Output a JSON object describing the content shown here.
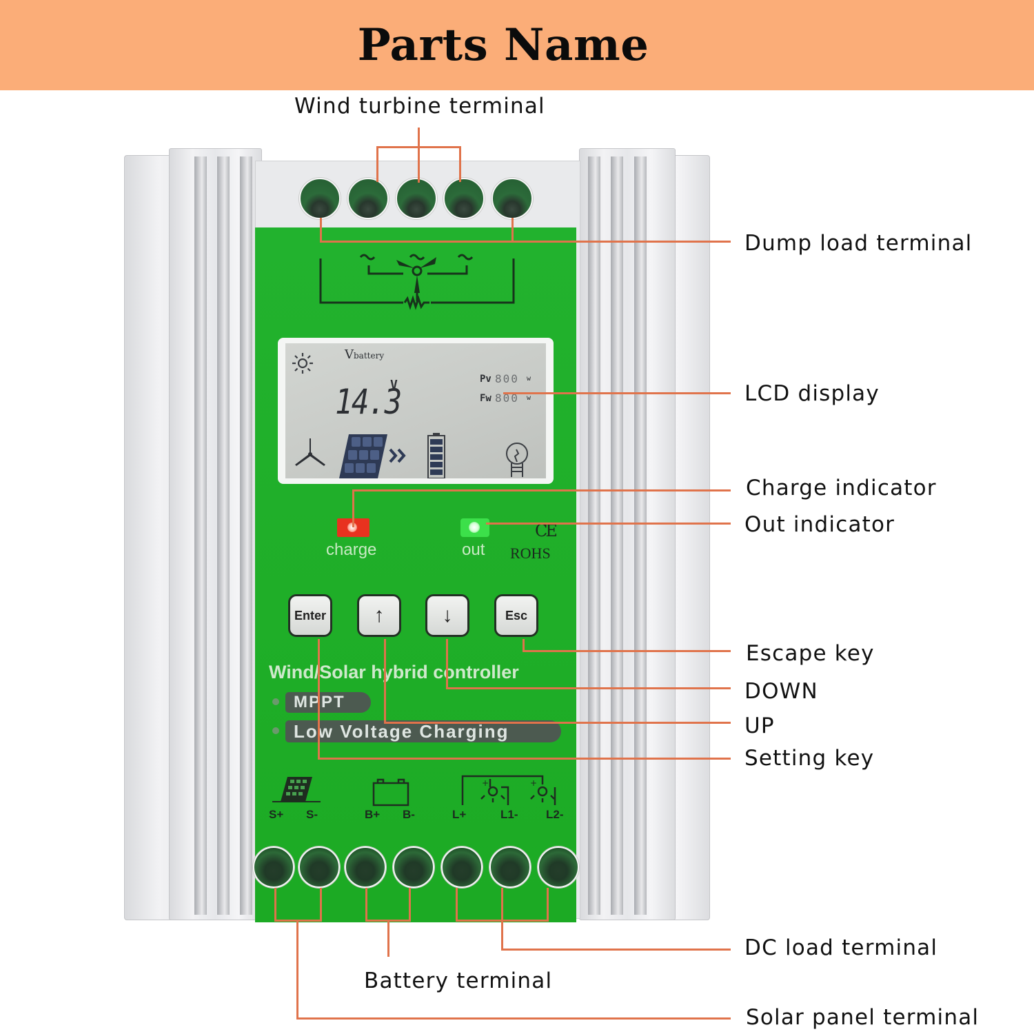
{
  "banner": {
    "title": "Parts Name",
    "background": "#fbad78"
  },
  "callouts": {
    "wind_turbine_terminal": "Wind turbine terminal",
    "dump_load_terminal": "Dump load terminal",
    "lcd_display": "LCD display",
    "charge_indicator": "Charge indicator",
    "out_indicator": "Out indicator",
    "escape_key": "Escape key",
    "down": "DOWN",
    "up": "UP",
    "setting_key": "Setting key",
    "dc_load_terminal": "DC load terminal",
    "battery_terminal": "Battery terminal",
    "solar_panel_terminal": "Solar panel terminal",
    "line_color": "#e0734b"
  },
  "device": {
    "panel_color": "#1fae28",
    "lcd": {
      "label": "V",
      "label_sub": "battery",
      "voltage": "14.3",
      "voltage_unit": "V",
      "pv_label": "Pv",
      "pv_value": "800",
      "pv_unit": "w",
      "fw_label": "Fw",
      "fw_value": "800",
      "fw_unit": "w"
    },
    "indicators": {
      "charge_label": "charge",
      "charge_color": "#e8321f",
      "out_label": "out",
      "out_color": "#3ce04a",
      "ce_mark": "CE",
      "rohs_mark": "ROHS"
    },
    "keys": {
      "enter": "Enter",
      "up": "↑",
      "down": "↓",
      "esc": "Esc"
    },
    "product_name": "Wind/Solar hybrid controller",
    "features": [
      "MPPT",
      "Low Voltage Charging"
    ],
    "terminal_labels": [
      "S+",
      "S-",
      "B+",
      "B-",
      "L+",
      "L1-",
      "L2-"
    ]
  }
}
